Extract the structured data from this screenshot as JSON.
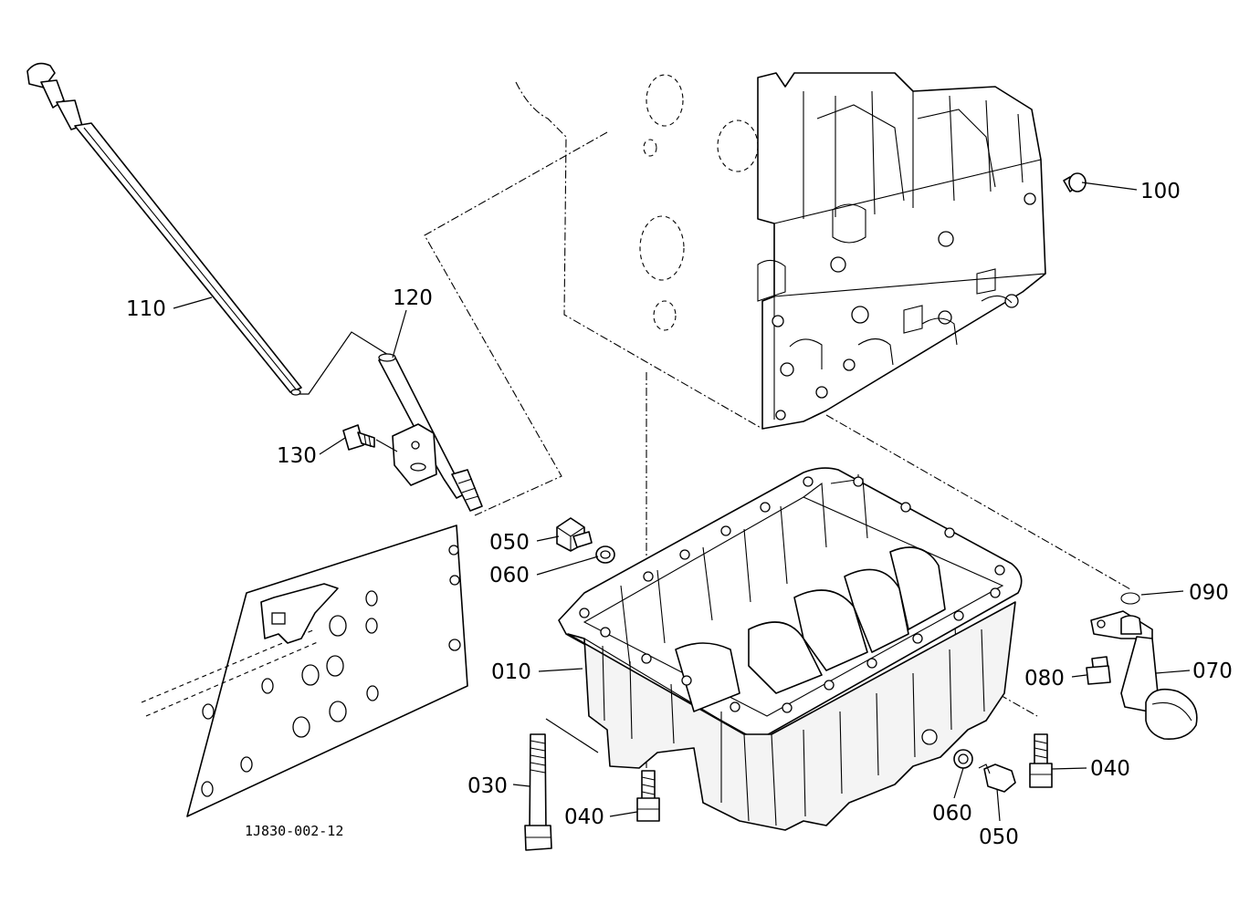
{
  "labels": {
    "p010": "010",
    "p030": "030",
    "p040a": "040",
    "p040b": "040",
    "p050a": "050",
    "p050b": "050",
    "p060a": "060",
    "p060b": "060",
    "p070": "070",
    "p080": "080",
    "p090": "090",
    "p100": "100",
    "p110": "110",
    "p120": "120",
    "p130": "130"
  },
  "drawing_code": "1J830-002-12"
}
